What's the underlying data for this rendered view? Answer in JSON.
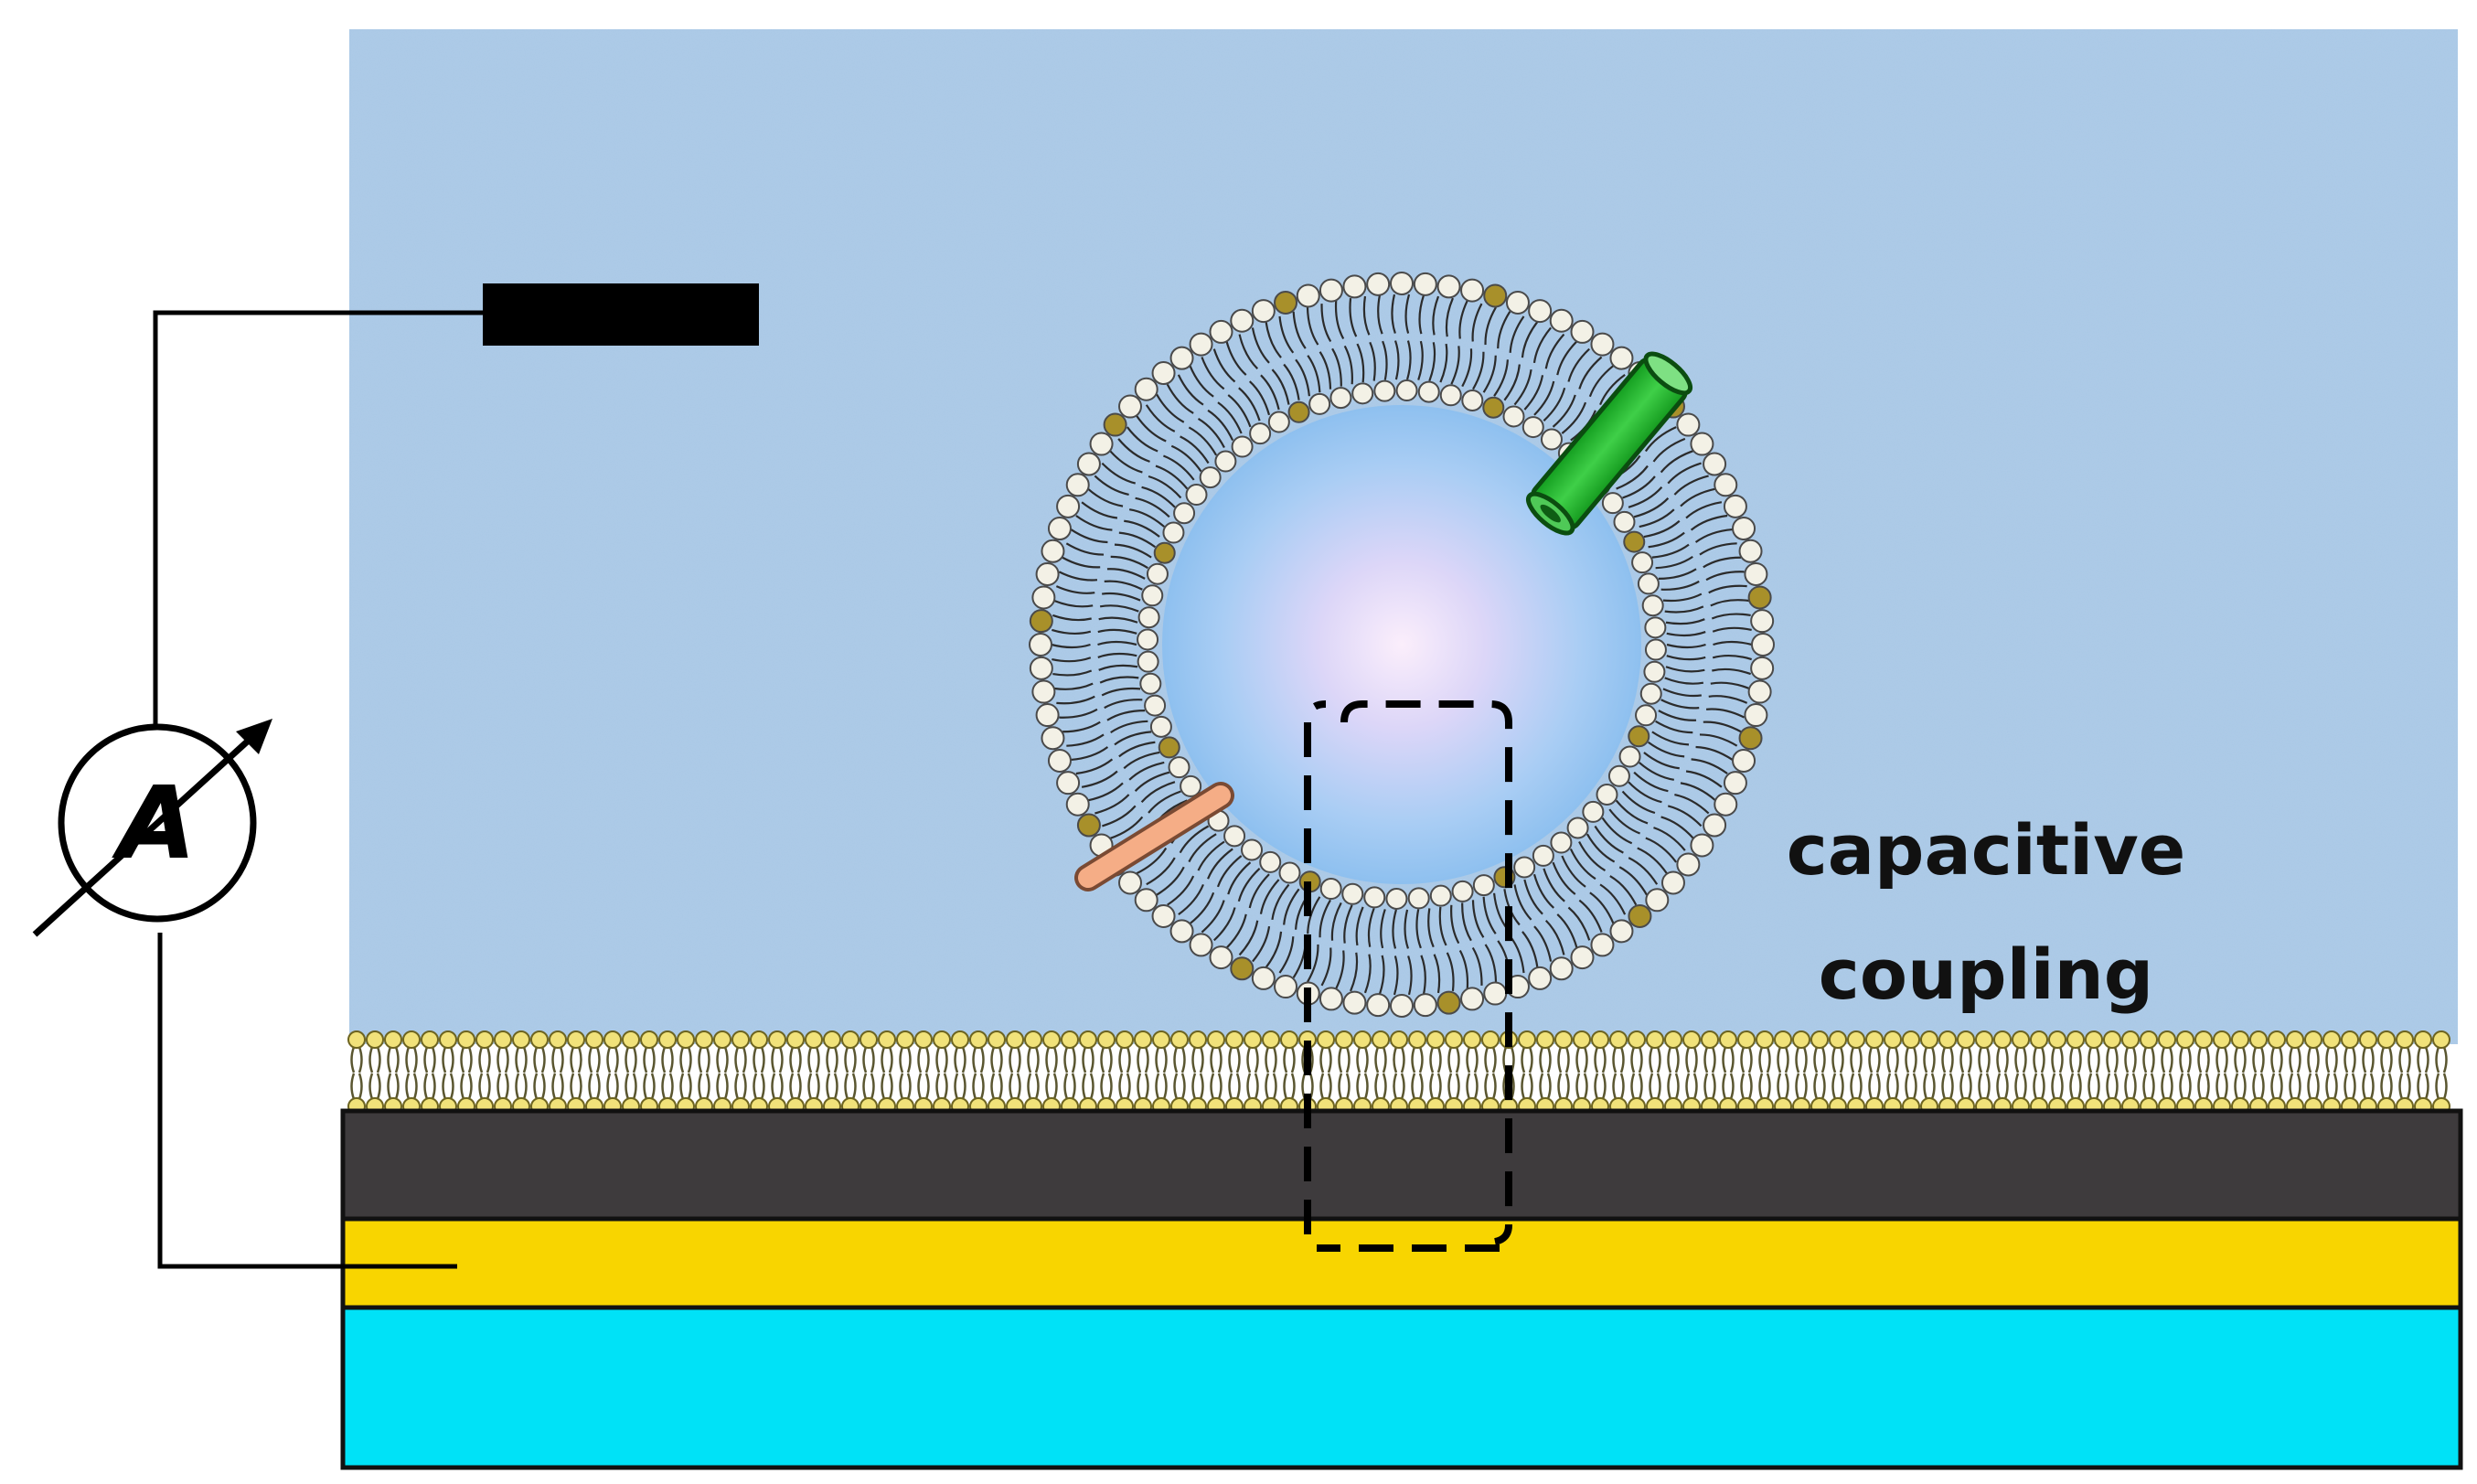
{
  "annotation": {
    "line1": "capacitive",
    "line2": "coupling"
  },
  "ammeter": {
    "symbol": "A"
  },
  "colors": {
    "solution": "#a9c8e6",
    "lipid_head_light": "#f3f1e6",
    "lipid_head_dark": "#a8902a",
    "lipid_tail": "#2b2b2b",
    "bilayer_head": "#f1e27a",
    "dielectric_layer": "#3e3b3d",
    "gold_electrode": "#f8d500",
    "substrate": "#00e2f7",
    "channel_protein": "#22b52c",
    "peptide": "#f5ad86",
    "reference_electrode": "#000000"
  },
  "icons": {
    "ammeter": "ammeter-icon",
    "reference_electrode": "reference-electrode-icon",
    "vesicle": "vesicle-icon",
    "channel": "ion-channel-icon",
    "peptide": "peptide-icon"
  }
}
